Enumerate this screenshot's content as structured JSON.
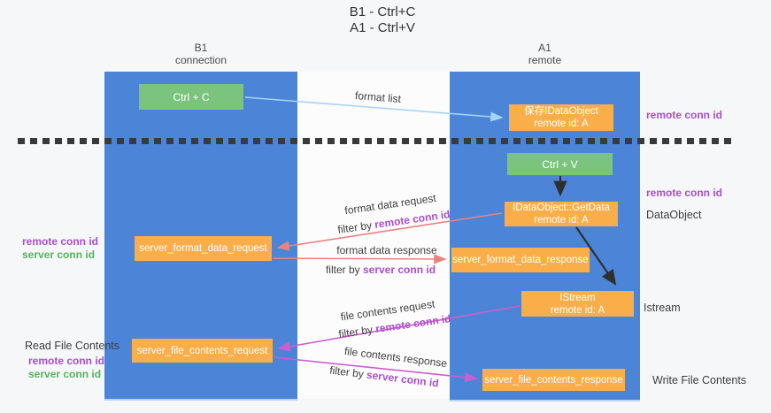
{
  "title": {
    "line1": "B1 - Ctrl+C",
    "line2": "A1 - Ctrl+V"
  },
  "columns": {
    "left": {
      "name": "B1",
      "role": "connection"
    },
    "right": {
      "name": "A1",
      "role": "remote"
    }
  },
  "boxes": {
    "ctrl_c": {
      "label": "Ctrl + C"
    },
    "ctrl_v": {
      "label": "Ctrl + V"
    },
    "save_idataobject": {
      "line1": "保存IDataObject",
      "line2": "remote id: A"
    },
    "getdata": {
      "line1": "IDataObject::GetData",
      "line2": "remote id: A"
    },
    "istream": {
      "line1": "IStream",
      "line2": "remote id: A"
    },
    "format_request": {
      "label": "server_format_data_request"
    },
    "format_response": {
      "label": "server_format_data_response"
    },
    "file_request": {
      "label": "server_file_contents_request"
    },
    "file_response": {
      "label": "server_file_contents_response"
    }
  },
  "flow_labels": {
    "format_list": "format list",
    "format_data_request": "format data request",
    "format_data_response": "format data response",
    "file_contents_request": "file contents request",
    "file_contents_response": "file contents response",
    "filter_by": "filter by ",
    "remote_conn_id": "remote conn id",
    "server_conn_id": "server conn id"
  },
  "side_labels": {
    "remote_conn_id": "remote conn id",
    "server_conn_id": "server conn id",
    "dataobject": "DataObject",
    "istream": "Istream",
    "read_file_contents": "Read File Contents",
    "write_file_contents": "Write File Contents"
  },
  "colors": {
    "column_blue": "#4c85d8",
    "box_green": "#7bc47e",
    "box_orange": "#f9ae49",
    "arrow_blue": "#a5d3f3",
    "arrow_salmon": "#e8837e",
    "arrow_magenta": "#cd5ece",
    "arrow_black": "#2f2f2f",
    "label_purple": "#a94ecb",
    "label_green": "#56b25c"
  }
}
